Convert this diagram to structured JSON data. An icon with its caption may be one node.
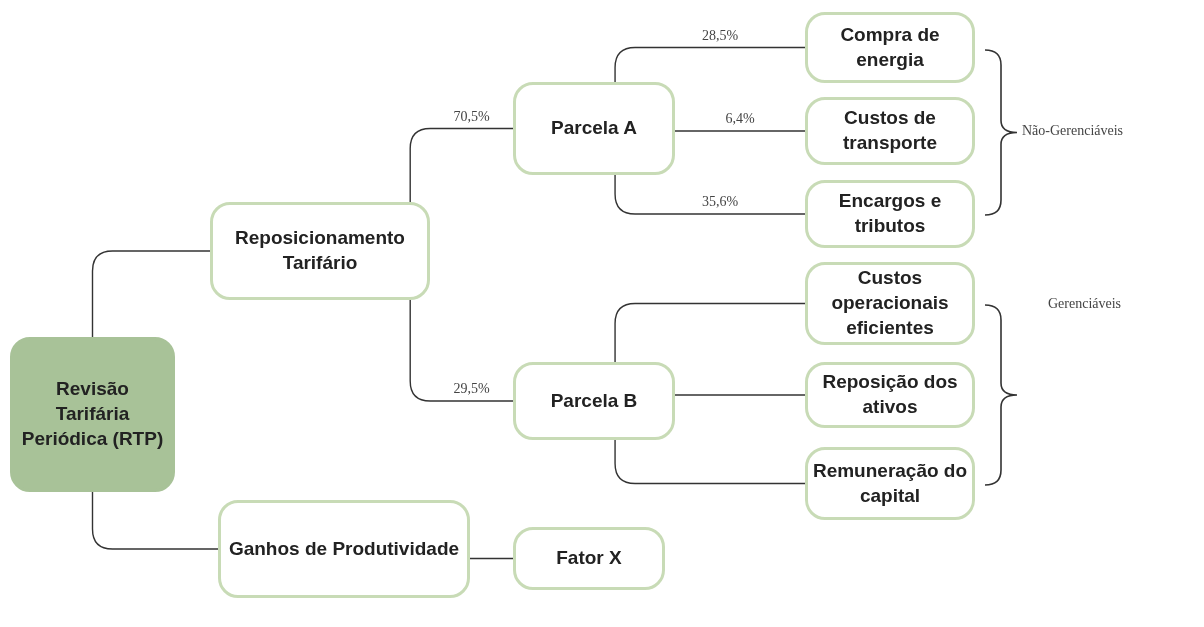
{
  "diagram": {
    "nodes": [
      {
        "text": [
          "Revisão Tarifária Periódica (RTP)"
        ]
      },
      {
        "text": [
          "Reposicionamento Tarifário"
        ]
      },
      {
        "text": [
          "Parcela A"
        ]
      },
      {
        "text": [
          "Compra de energia"
        ]
      },
      {
        "text": [
          "Custos de transporte"
        ]
      },
      {
        "text": [
          "Encargos e tributos"
        ]
      },
      {
        "text": [
          "Parcela B"
        ]
      },
      {
        "text": [
          "Custos operacionais eficientes"
        ]
      },
      {
        "text": [
          "Reposição dos ativos"
        ]
      },
      {
        "text": [
          "Remuneração do capital"
        ]
      },
      {
        "text": [
          "Ganhos de Produtividade"
        ]
      },
      {
        "text": [
          "Fator X"
        ]
      }
    ],
    "edges": [
      {
        "from": 0,
        "to": 1,
        "arrow": "none"
      },
      {
        "from": 0,
        "to": 10,
        "arrow": "none"
      },
      {
        "from": 1,
        "to": 2,
        "label": "70,5%",
        "arrow": "none"
      },
      {
        "from": 1,
        "to": 6,
        "label": "29,5%",
        "arrow": "none"
      },
      {
        "from": 2,
        "to": 3,
        "label": "28,5%",
        "arrow": "none"
      },
      {
        "from": 2,
        "to": 4,
        "label": "6,4%",
        "arrow": "none"
      },
      {
        "from": 2,
        "to": 5,
        "label": "35,6%",
        "arrow": "none"
      },
      {
        "from": 6,
        "to": 7,
        "arrow": "none"
      },
      {
        "from": 6,
        "to": 8,
        "arrow": "none"
      },
      {
        "from": 6,
        "to": 9,
        "arrow": "none"
      },
      {
        "from": 10,
        "to": 11,
        "arrow": "none"
      }
    ],
    "labels": [
      "Não-Gerenciáveis",
      "Gerenciáveis"
    ]
  }
}
